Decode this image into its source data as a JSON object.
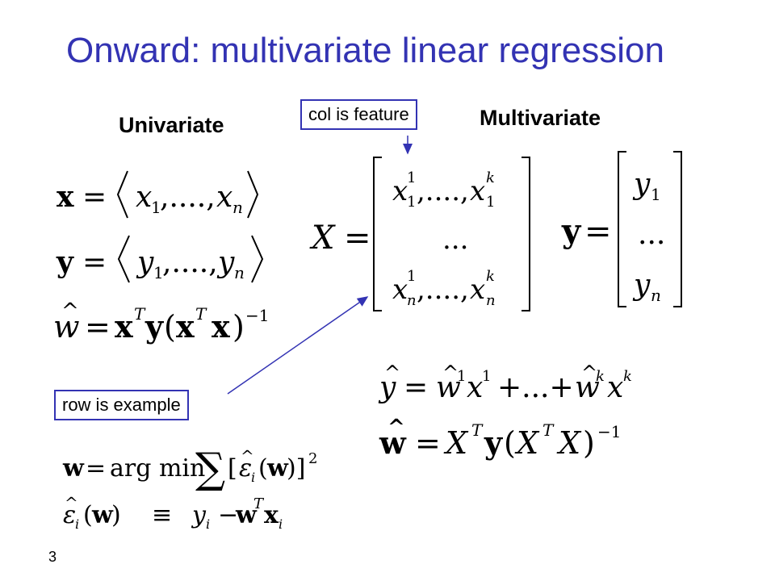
{
  "slide": {
    "title": "Onward: multivariate linear regression",
    "univariate_heading": "Univariate",
    "multivariate_heading": "Multivariate",
    "col_note": "col is feature",
    "row_note": "row is example",
    "slide_number": "3"
  },
  "colors": {
    "title": "#3333b3",
    "annotation_border": "#3333b3",
    "arrow": "#3333b3"
  }
}
